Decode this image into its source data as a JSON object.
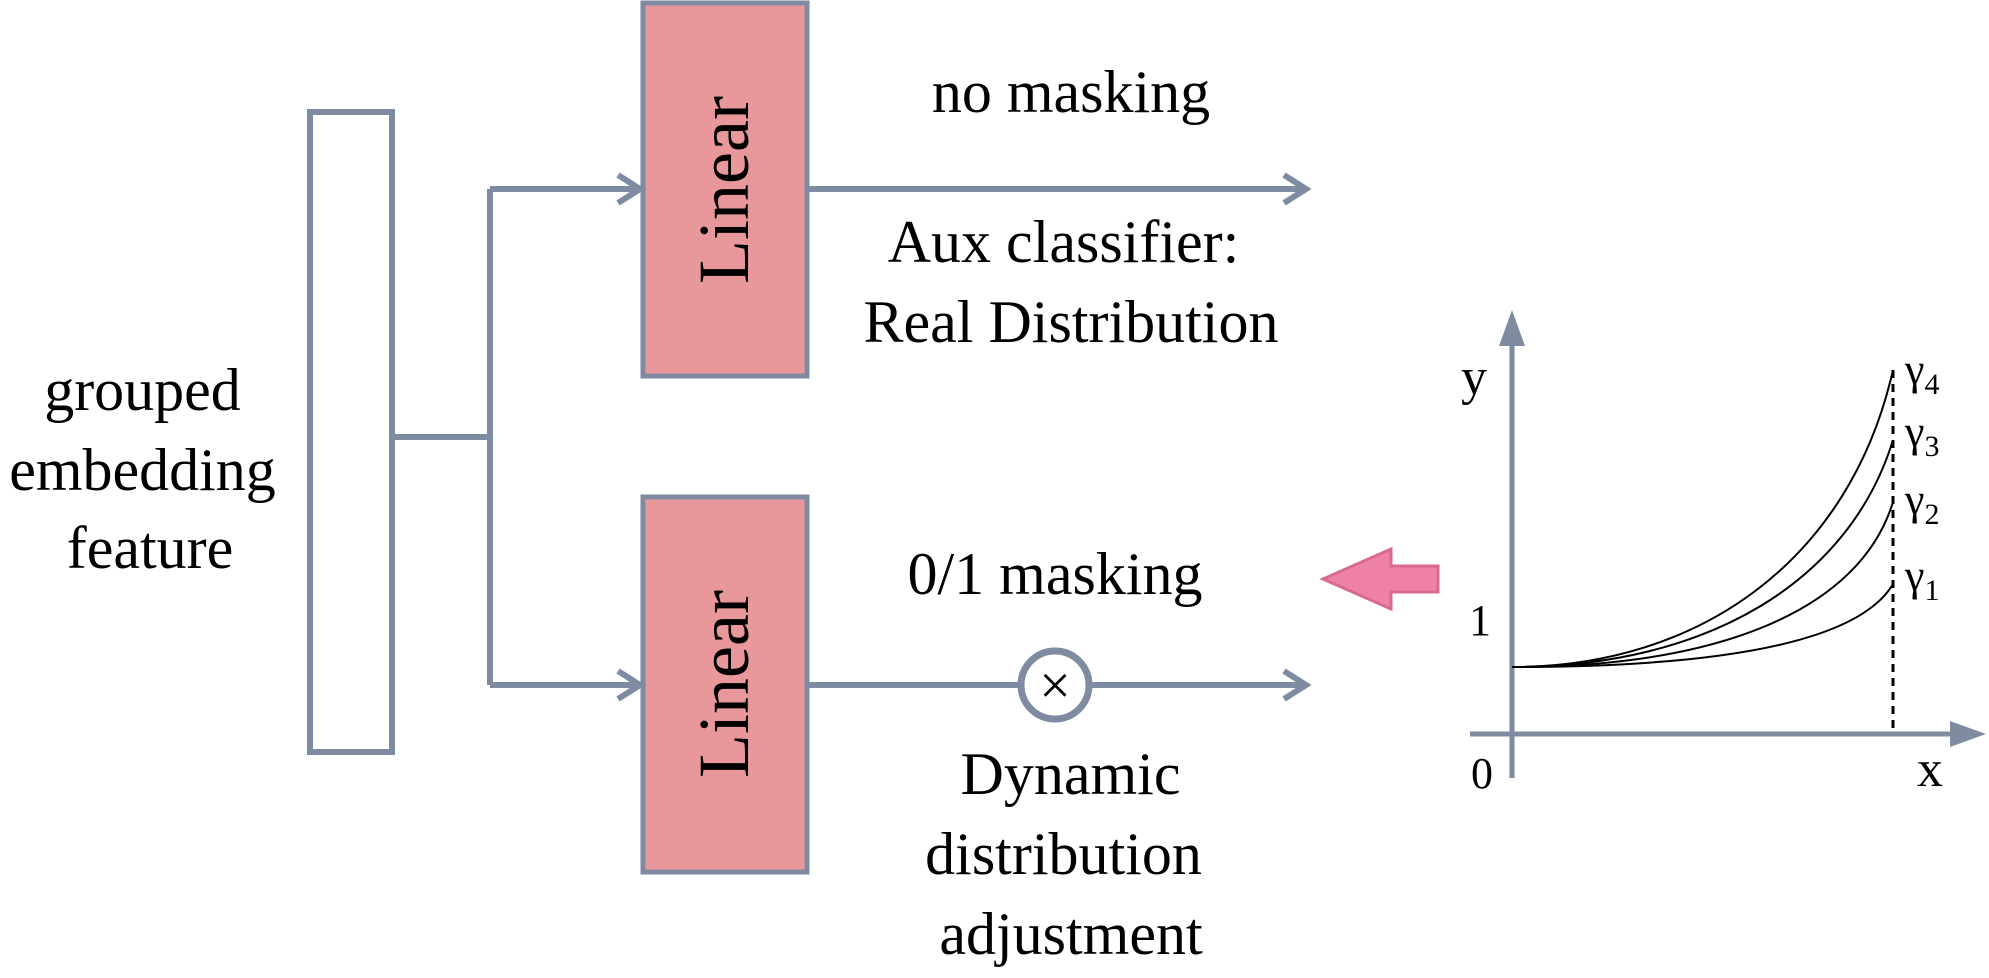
{
  "input": {
    "label_lines": [
      "grouped",
      "embedding",
      "feature"
    ]
  },
  "branches": {
    "top": {
      "block_label": "Linear",
      "caption": "no masking",
      "output_lines": [
        "Aux classifier:",
        "Real Distribution"
      ]
    },
    "bottom": {
      "block_label": "Linear",
      "caption": "0/1 masking",
      "multiply_symbol": "×",
      "output_lines": [
        "Dynamic",
        "distribution",
        "adjustment"
      ]
    }
  },
  "curve_plot": {
    "y_axis_label": "y",
    "x_axis_label": "x",
    "origin_label": "0",
    "y_tick_label": "1",
    "curve_labels": [
      {
        "symbol": "γ",
        "subscript": "4"
      },
      {
        "symbol": "γ",
        "subscript": "3"
      },
      {
        "symbol": "γ",
        "subscript": "2"
      },
      {
        "symbol": "γ",
        "subscript": "1"
      }
    ]
  },
  "colors": {
    "line": "#7f8ba0",
    "block_fill": "#e8989b",
    "block_stroke": "#7f8ba0",
    "arrow_fill": "#ee82a6",
    "arrow_stroke": "#d9698f"
  }
}
